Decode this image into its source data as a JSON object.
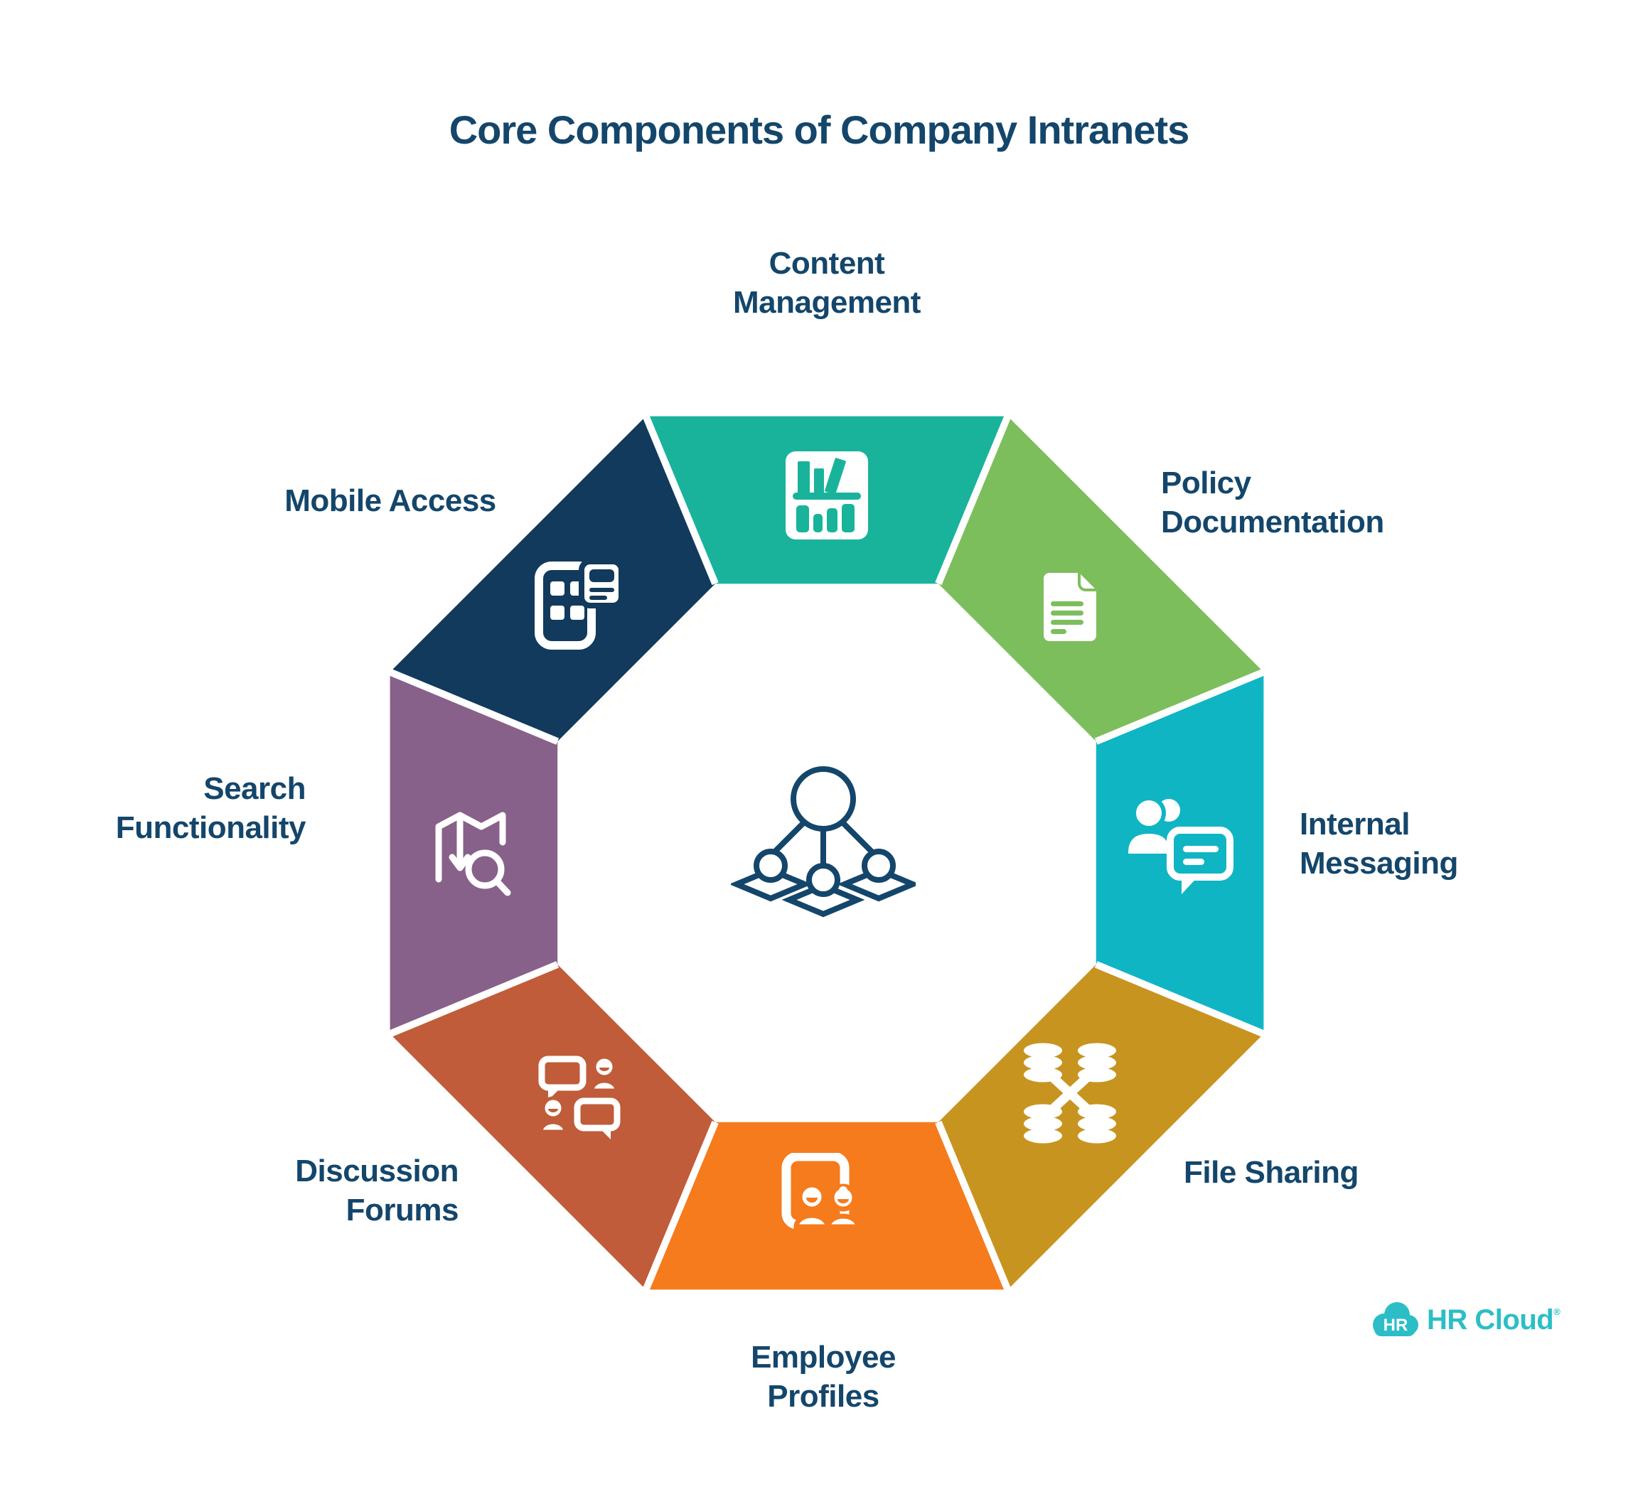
{
  "title": "Core Components of Company Intranets",
  "colors": {
    "background": "#FFFFFF",
    "text": "#14466B",
    "logo": "#2BBEC6",
    "divider": "#FFFFFF"
  },
  "segments": [
    {
      "id": "content-management",
      "lines": [
        "Content",
        "Management"
      ],
      "color": "#19B39B",
      "icon": "bookshelf-icon"
    },
    {
      "id": "policy-documentation",
      "lines": [
        "Policy",
        "Documentation"
      ],
      "color": "#7DBE5C",
      "icon": "document-icon"
    },
    {
      "id": "internal-messaging",
      "lines": [
        "Internal",
        "Messaging"
      ],
      "color": "#10B5C4",
      "icon": "people-chat-icon"
    },
    {
      "id": "file-sharing",
      "lines": [
        "File Sharing"
      ],
      "color": "#C89420",
      "icon": "database-exchange-icon"
    },
    {
      "id": "employee-profiles",
      "lines": [
        "Employee",
        "Profiles"
      ],
      "color": "#F57B1D",
      "icon": "profile-frame-icon"
    },
    {
      "id": "discussion-forums",
      "lines": [
        "Discussion",
        "Forums"
      ],
      "color": "#C05C39",
      "icon": "forum-chat-icon"
    },
    {
      "id": "search-functionality",
      "lines": [
        "Search",
        "Functionality"
      ],
      "color": "#87618A",
      "icon": "map-search-icon"
    },
    {
      "id": "mobile-access",
      "lines": [
        "Mobile Access"
      ],
      "color": "#113A5C",
      "icon": "mobile-news-icon"
    }
  ],
  "center": {
    "icon": "network-hierarchy-icon",
    "color": "#14466B"
  },
  "logo": {
    "badge": "HR",
    "name": "HR Cloud",
    "mark": "®"
  }
}
